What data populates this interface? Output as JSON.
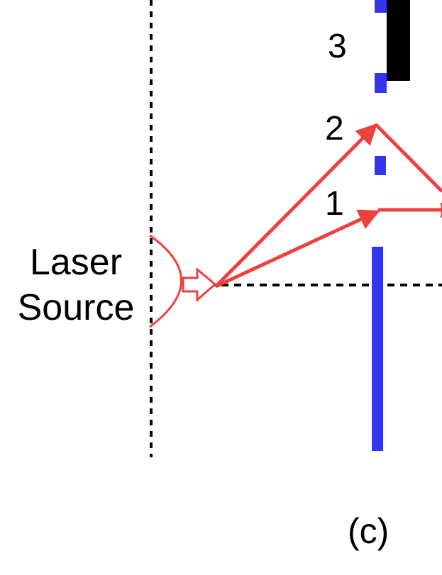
{
  "source": {
    "line1": "Laser",
    "line2": "Source"
  },
  "markers": {
    "one": "1",
    "two": "2",
    "three": "3"
  },
  "panel_label": "(c)",
  "colors": {
    "ray": "#ef4040",
    "aperture": "#3535ef",
    "obstacle": "#000000",
    "axis": "#000000"
  }
}
